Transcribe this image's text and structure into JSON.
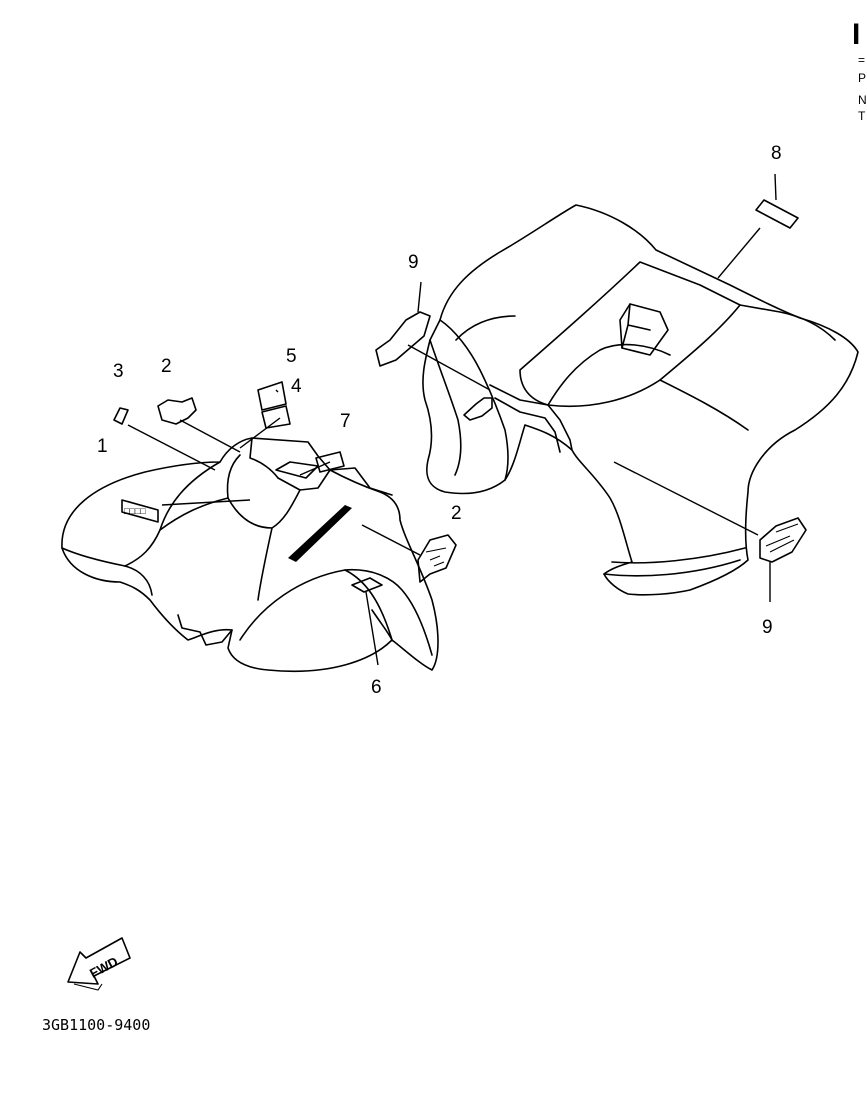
{
  "header_fragment": {
    "big_char": "I",
    "lines": [
      "=",
      "P",
      "N",
      "T"
    ]
  },
  "callouts": {
    "c1": "1",
    "c2a": "2",
    "c2b": "2",
    "c3": "3",
    "c4": "4",
    "c5": "5",
    "c6": "6",
    "c7": "7",
    "c8": "8",
    "c9a": "9",
    "c9b": "9"
  },
  "fwd_label": "FWD",
  "diagram_code": "3GB1100-9400"
}
